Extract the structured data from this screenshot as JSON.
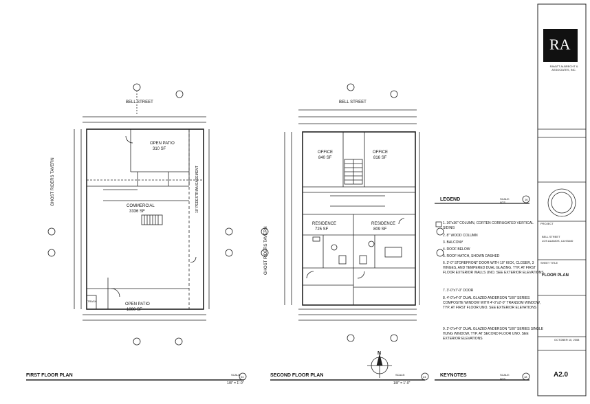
{
  "first_floor": {
    "street": "BELL STREET",
    "side_street": "GHOST RIDERS TAVERN",
    "easement": "10' PEDESTRIAN EASEMENT",
    "patio_top_name": "OPEN PATIO",
    "patio_top_area": "310 SF",
    "commercial_name": "COMMERCIAL",
    "commercial_area": "3336 SF",
    "patio_bottom_name": "OPEN PATIO",
    "patio_bottom_area": "1000 SF",
    "trash": "TRASH",
    "title": "FIRST FLOOR PLAN",
    "scale_label": "SCALE:",
    "scale_value": "1/8\" = 1'-0\"",
    "sheet_ref": "04"
  },
  "second_floor": {
    "street": "BELL STREET",
    "side_street": "GHOST RIDERS TAVERN",
    "office1_name": "OFFICE",
    "office1_area": "840 SF",
    "office2_name": "OFFICE",
    "office2_area": "816 SF",
    "res1_name": "RESIDENCE",
    "res1_area": "725 SF",
    "res2_name": "RESIDENCE",
    "res2_area": "809 SF",
    "title": "SECOND FLOOR PLAN",
    "scale_label": "SCALE:",
    "scale_value": "1/8\" = 1'-0\"",
    "sheet_ref": "24"
  },
  "legend": {
    "title": "LEGEND",
    "scale_label": "SCALE:",
    "scale_value": "NTS",
    "ref": "16",
    "items": [
      "1.  36\"x36\" COLUMN, CORTEN CORRUGATED VERTICAL SIDING",
      "2.  8\" WOOD COLUMN",
      "3.  BALCONY",
      "4.  ROOF BELOW",
      "5.  ROOF HATCH, SHOWN DASHED",
      "6.  3'-0\" STOREFRONT DOOR WITH 10\" KICK, CLOSER, 3 HINGES, AND TEMPERED DUAL GLAZING. TYP. AT FIRST FLOOR EXTERIOR WALLS UNO. SEE EXTERIOR ELEVATIONS.",
      "7.  3'-0\"x7'-0\" DOOR",
      "8.  4'-0\"x4'-0\" DUAL GLAZED ANDERSON \"100\" SERIES COMPOSITE WINDOW WITH 4'-0\"x2'-0\" TRANSOM WINDOW, TYP. AT FIRST FLOOR UNO. SEE EXTERIOR ELEVATIONS",
      "9.  2'-0\"x4'-0\" DUAL GLAZED ANDERSON \"100\" SERIES SINGLE HUNG WINDOW, TYP. AT SECOND FLOOR UNO. SEE EXTERIOR ELEVATIONS"
    ]
  },
  "keynotes": {
    "title": "KEYNOTES",
    "scale_label": "SCALE:",
    "scale_value": "NTS",
    "ref": "18"
  },
  "title_block": {
    "logo": "RA",
    "firm": "RAVATT ALBRECHT & ASSOCIATES, INC.",
    "project_label": "PROJECT",
    "project_lines": [
      "BELL STREET",
      "LOS ALAMOS, CA 93440"
    ],
    "sheet_title_label": "SHEET TITLE",
    "sheet_title": "FLOOR PLAN",
    "date": "OCTOBER 10, 2008",
    "sheet_number": "A2.0"
  },
  "compass": {
    "letter": "N"
  }
}
